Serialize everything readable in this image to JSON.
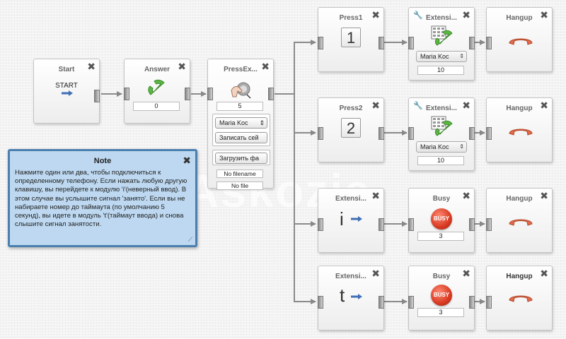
{
  "watermark": "Askozia",
  "blocks": {
    "start": {
      "title": "Start",
      "label": "START"
    },
    "answer": {
      "title": "Answer",
      "value": "0"
    },
    "pressexten": {
      "title": "PressEx...",
      "value": "5",
      "select_value": "Maria Koc",
      "record_button": "Записать сей",
      "upload_button": "Загрузить фа",
      "filename": "No filename",
      "file": "No file"
    },
    "press1": {
      "title": "Press1",
      "digit": "1"
    },
    "press2": {
      "title": "Press2",
      "digit": "2"
    },
    "ext1": {
      "title": "Extensi...",
      "select_value": "Maria Koc",
      "value": "10"
    },
    "ext2": {
      "title": "Extensi...",
      "select_value": "Maria Koc",
      "value": "10"
    },
    "exti": {
      "title": "Extensi...",
      "letter": "i"
    },
    "extt": {
      "title": "Extensi...",
      "letter": "t"
    },
    "busy1": {
      "title": "Busy",
      "badge": "BUSY",
      "value": "3"
    },
    "busy2": {
      "title": "Busy",
      "badge": "BUSY",
      "value": "3"
    },
    "hangup1": {
      "title": "Hangup"
    },
    "hangup2": {
      "title": "Hangup"
    },
    "hangup3": {
      "title": "Hangup"
    },
    "hangup4": {
      "title": "Hangup"
    }
  },
  "note": {
    "title": "Note",
    "body": "Нажмите один или два, чтобы подключиться к определенному телефону. Если нажать любую другую клавишу, вы перейдете к модулю 'i'(неверный ввод). В этом случае вы услышите сигнал 'занято'. Если вы не набираете номер до таймаута (по умолчанию 5 секунд), вы идете в модуль 't'(таймаут ввода) и снова слышите сигнал занятости."
  },
  "colors": {
    "note_bg": "#bdd8f0",
    "note_border": "#4a7fb0",
    "phone_green": "#5bb544",
    "phone_red": "#e26a4a",
    "busy_red": "#d83a22",
    "arrow_blue": "#3f6fb5"
  },
  "icons": {
    "close": "close-icon",
    "wrench": "wrench-icon",
    "answer": "green-phone-icon",
    "hangup": "red-phone-icon",
    "keypad": "keypad-phone-icon",
    "hand": "hand-press-icon",
    "arrow": "arrow-right-icon"
  }
}
